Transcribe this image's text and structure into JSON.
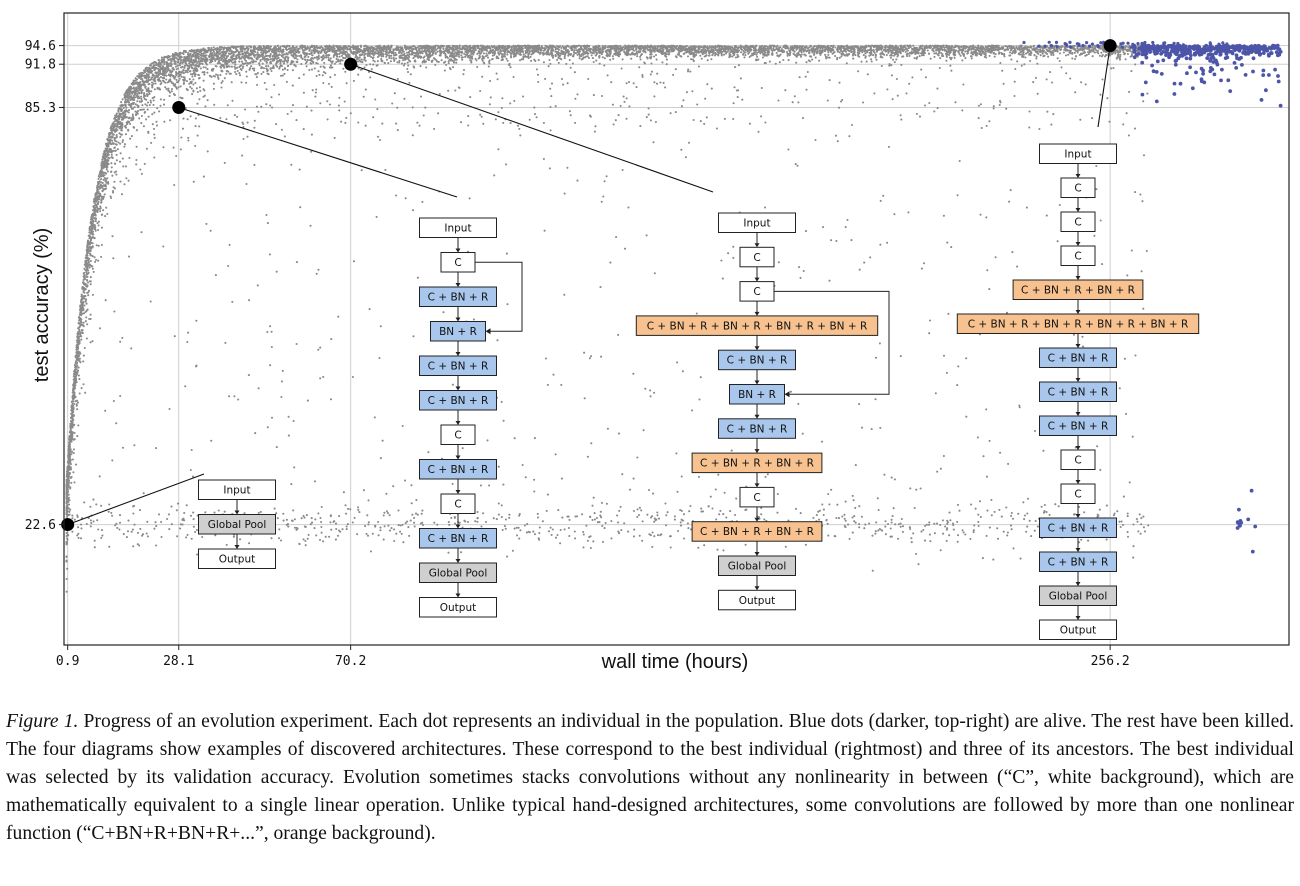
{
  "chart_data": {
    "type": "scatter",
    "title": "",
    "xlabel": "wall time (hours)",
    "ylabel": "test accuracy (%)",
    "xlim": [
      0,
      300
    ],
    "ylim": [
      4.5,
      99.5
    ],
    "x_ticks": [
      0.9,
      28.1,
      70.2,
      256.2
    ],
    "y_ticks": [
      22.6,
      85.3,
      91.8,
      94.6
    ],
    "x_tick_labels": [
      "0.9",
      "28.1",
      "70.2",
      "256.2"
    ],
    "y_tick_labels": [
      "22.6",
      "85.3",
      "91.8",
      "94.6"
    ],
    "grid": true,
    "legend": "none",
    "series": [
      {
        "status": "killed",
        "color": "#8a8a8a"
      },
      {
        "status": "alive",
        "color": "#4d55a8"
      }
    ],
    "highlighted_points": [
      {
        "x": 0.9,
        "y": 22.6
      },
      {
        "x": 28.1,
        "y": 85.3
      },
      {
        "x": 70.2,
        "y": 91.8
      },
      {
        "x": 256.2,
        "y": 94.6
      }
    ]
  },
  "colors": {
    "plain": "#ffffff",
    "single_nonlinear": "#a9c7ec",
    "multi_nonlinear": "#f7c28f",
    "pool": "#cfcfcf",
    "killed": "#8a8a8a",
    "alive": "#4d55a8"
  },
  "architectures": [
    {
      "layers": [
        "Input",
        "Global Pool",
        "Output"
      ]
    },
    {
      "layers": [
        "Input",
        "C",
        "C + BN + R",
        "BN + R",
        "C + BN + R",
        "C + BN + R",
        "C",
        "C + BN + R",
        "C",
        "C + BN + R",
        "Global Pool",
        "Output"
      ]
    },
    {
      "layers": [
        "Input",
        "C",
        "C",
        "C + BN + R + BN + R + BN + R + BN + R",
        "C + BN + R",
        "BN + R",
        "C + BN + R",
        "C + BN + R + BN + R",
        "C",
        "C + BN + R + BN + R",
        "Global Pool",
        "Output"
      ]
    },
    {
      "layers": [
        "Input",
        "C",
        "C",
        "C",
        "C + BN + R + BN + R",
        "C + BN + R + BN + R + BN + R + BN + R",
        "C + BN + R",
        "C + BN + R",
        "C + BN + R",
        "C",
        "C",
        "C + BN + R",
        "C + BN + R",
        "Global Pool",
        "Output"
      ]
    }
  ],
  "caption": {
    "label": "Figure 1.",
    "text": "Progress of an evolution experiment. Each dot represents an individual in the population. Blue dots (darker, top-right) are alive. The rest have been killed. The four diagrams show examples of discovered architectures. These correspond to the best individual (rightmost) and three of its ancestors. The best individual was selected by its validation accuracy. Evolution sometimes stacks convolutions without any nonlinearity in between (“C”, white background), which are mathematically equivalent to a single linear operation. Unlike typical hand-designed architectures, some convolutions are followed by more than one nonlinear function (“C+BN+R+BN+R+...”, orange background)."
  }
}
